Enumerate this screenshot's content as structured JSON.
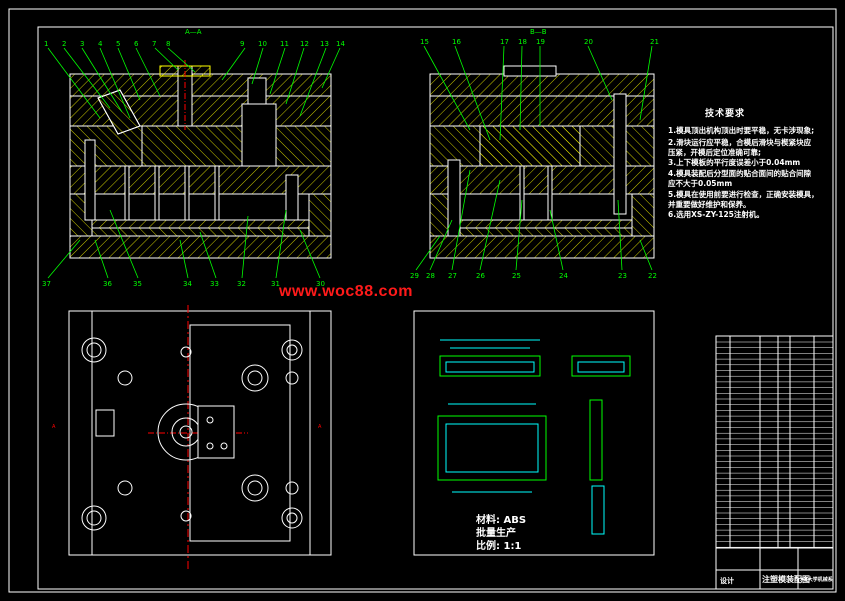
{
  "watermark": "www.woc88.com",
  "technical_requirements": {
    "title": "技术要求",
    "items": [
      "1.模具顶出机构顶出时要平稳，无卡涉现象;",
      "2.滑块运行应平稳，合模后滑块与楔紧块应",
      "  压紧，开模后定位准确可靠;",
      "3.上下模板的平行度误差小于0.04mm",
      "4.模具装配后分型面的贴合面间的贴合间隙",
      "  应不大于0.05mm",
      "5.模具在使用前要进行检查，正确安装模具，",
      "  并重要做好维护和保养。",
      "6.选用XS-ZY-125注射机。"
    ]
  },
  "part_notes": {
    "material": "材料: ABS",
    "production": "批量生产",
    "scale": "比例: 1:1"
  },
  "title_block": {
    "drawing_name": "注塑模装配图",
    "designer_label": "设计",
    "school": "XX大学机械系"
  },
  "section_labels": {
    "left": "A—A",
    "right": "B—B"
  },
  "balloons_left_top": [
    "1",
    "2",
    "3",
    "4",
    "5",
    "6",
    "7",
    "8",
    "9",
    "10",
    "11",
    "12",
    "13",
    "14"
  ],
  "balloons_left_bottom": [
    "37",
    "36",
    "35",
    "34",
    "33",
    "32",
    "31",
    "30"
  ],
  "balloons_right_top": [
    "15",
    "16",
    "17",
    "18",
    "19",
    "20",
    "21"
  ],
  "balloons_right_bottom": [
    "29",
    "28",
    "27",
    "26",
    "25",
    "24",
    "23",
    "22"
  ],
  "colors": {
    "background": "#000000",
    "outline": "#ffffff",
    "hatch": "#ffff00",
    "leader": "#00ff00",
    "center": "#ff0000",
    "detail": "#00ffff",
    "watermark": "#ff1a1a"
  }
}
